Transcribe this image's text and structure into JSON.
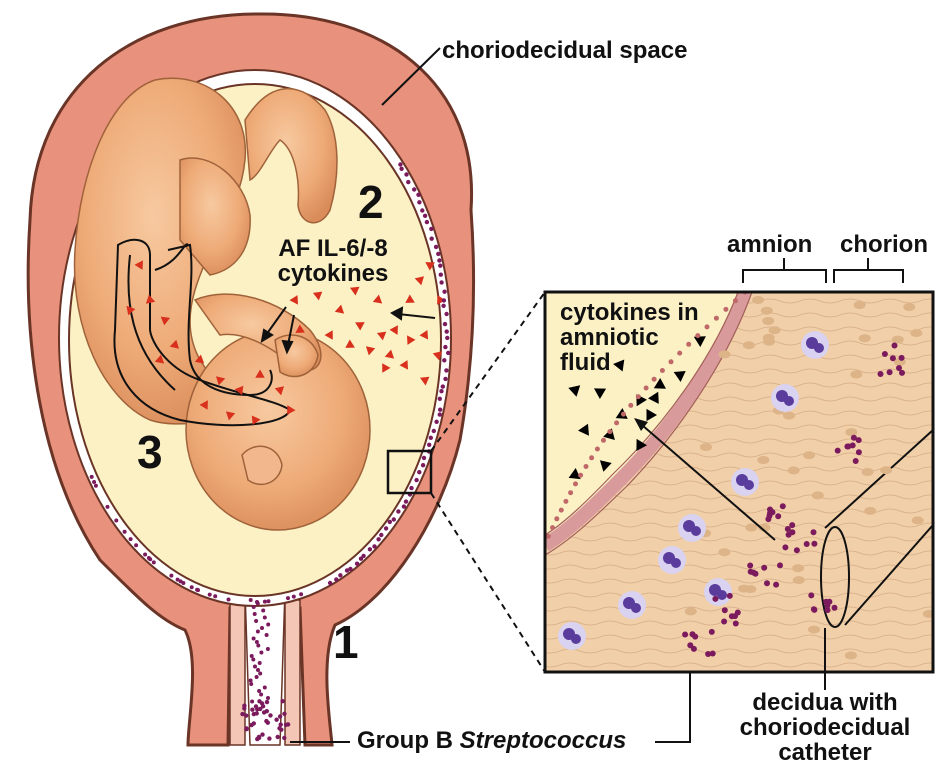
{
  "labels": {
    "choriodecidual_space": "choriodecidual space",
    "num_2": "2",
    "af_cytokines_line1": "AF IL-6/-8",
    "af_cytokines_line2": "cytokines",
    "num_3": "3",
    "num_1": "1",
    "gbs_prefix": "Group B ",
    "gbs_italic": "Streptococcus",
    "amnion": "amnion",
    "chorion": "chorion",
    "inset_cytokines_line1": "cytokines in",
    "inset_cytokines_line2": "amniotic",
    "inset_cytokines_line3": "fluid",
    "decidua_line1": "decidua with",
    "decidua_line2": "choriodecidual",
    "decidua_line3": "catheter"
  },
  "colors": {
    "uterus_wall": "#e8917c",
    "uterus_outline": "#6a3426",
    "amniotic_fluid": "#fbf1c4",
    "fetus_skin": "#f0b283",
    "cytokine": "#d8301c",
    "bacteria": "#7b1a5c",
    "neutrophil": "#5a3c9c",
    "inset_tissue": "#f1cfa8"
  }
}
